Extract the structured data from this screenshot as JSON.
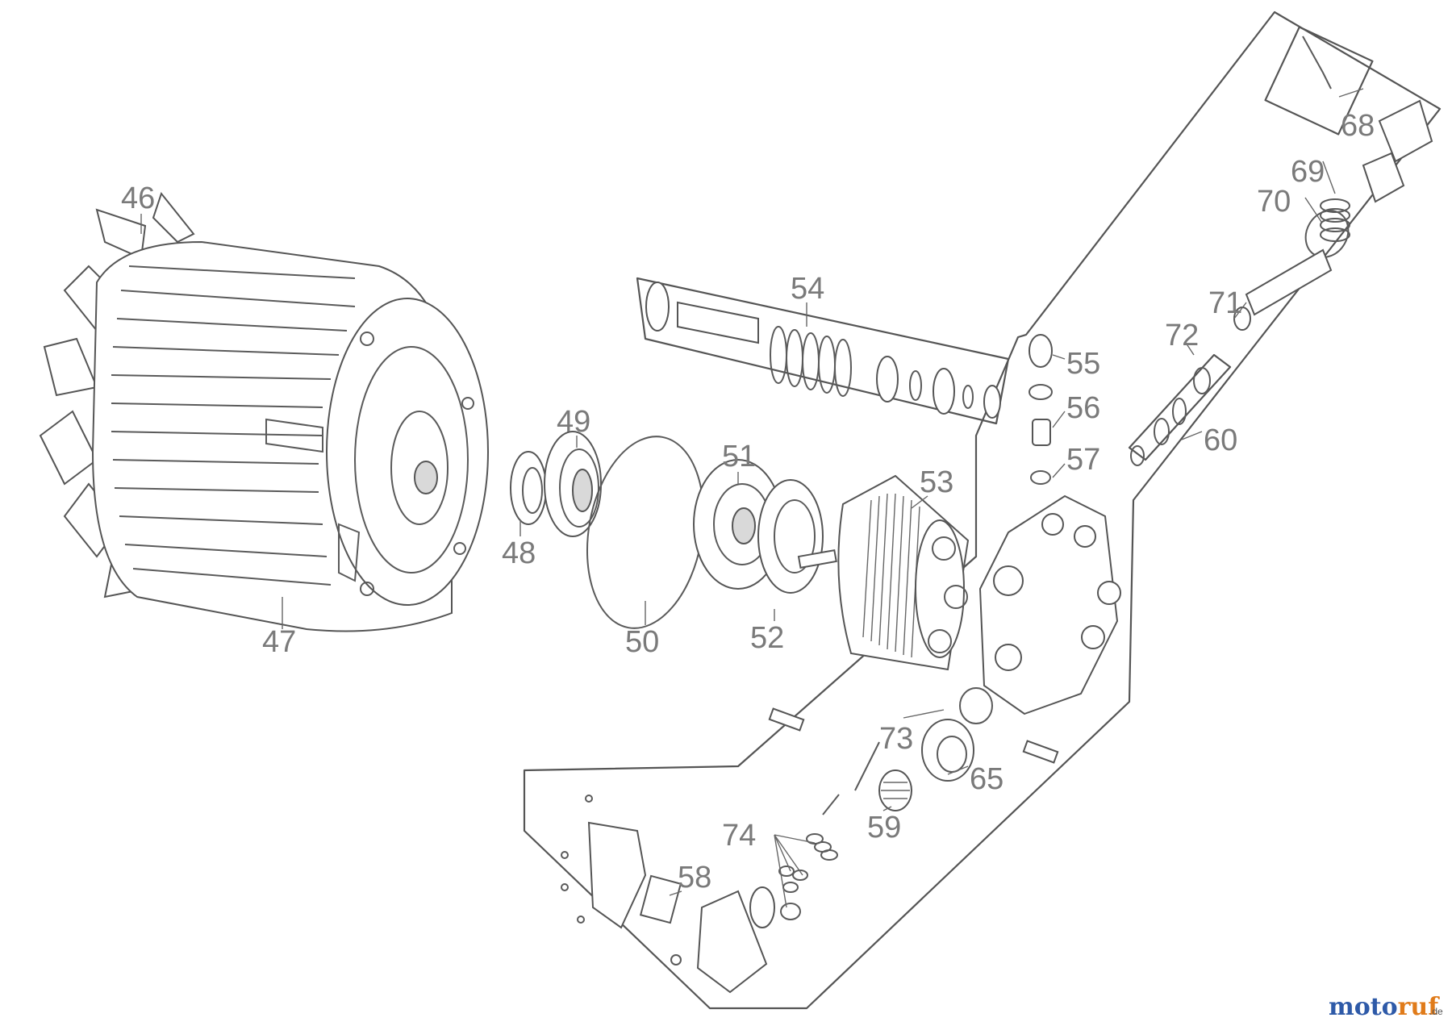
{
  "labels": {
    "p46": "46",
    "p47": "47",
    "p48": "48",
    "p49": "49",
    "p50": "50",
    "p51": "51",
    "p52": "52",
    "p53": "53",
    "p54": "54",
    "p55": "55",
    "p56": "56",
    "p57": "57",
    "p58": "58",
    "p59": "59",
    "p60": "60",
    "p65": "65",
    "p68": "68",
    "p69": "69",
    "p70": "70",
    "p71": "71",
    "p72": "72",
    "p73": "73",
    "p74": "74"
  },
  "logo": {
    "part1": "moto",
    "part2": "ruf",
    "suffix": ".de"
  },
  "colors": {
    "label": "#7a7a7a",
    "line": "#555555",
    "logo_blue": "#2e5aa8",
    "logo_orange": "#e07b1a",
    "logo_green": "#4a9a3a",
    "logo_red": "#c0392b"
  }
}
